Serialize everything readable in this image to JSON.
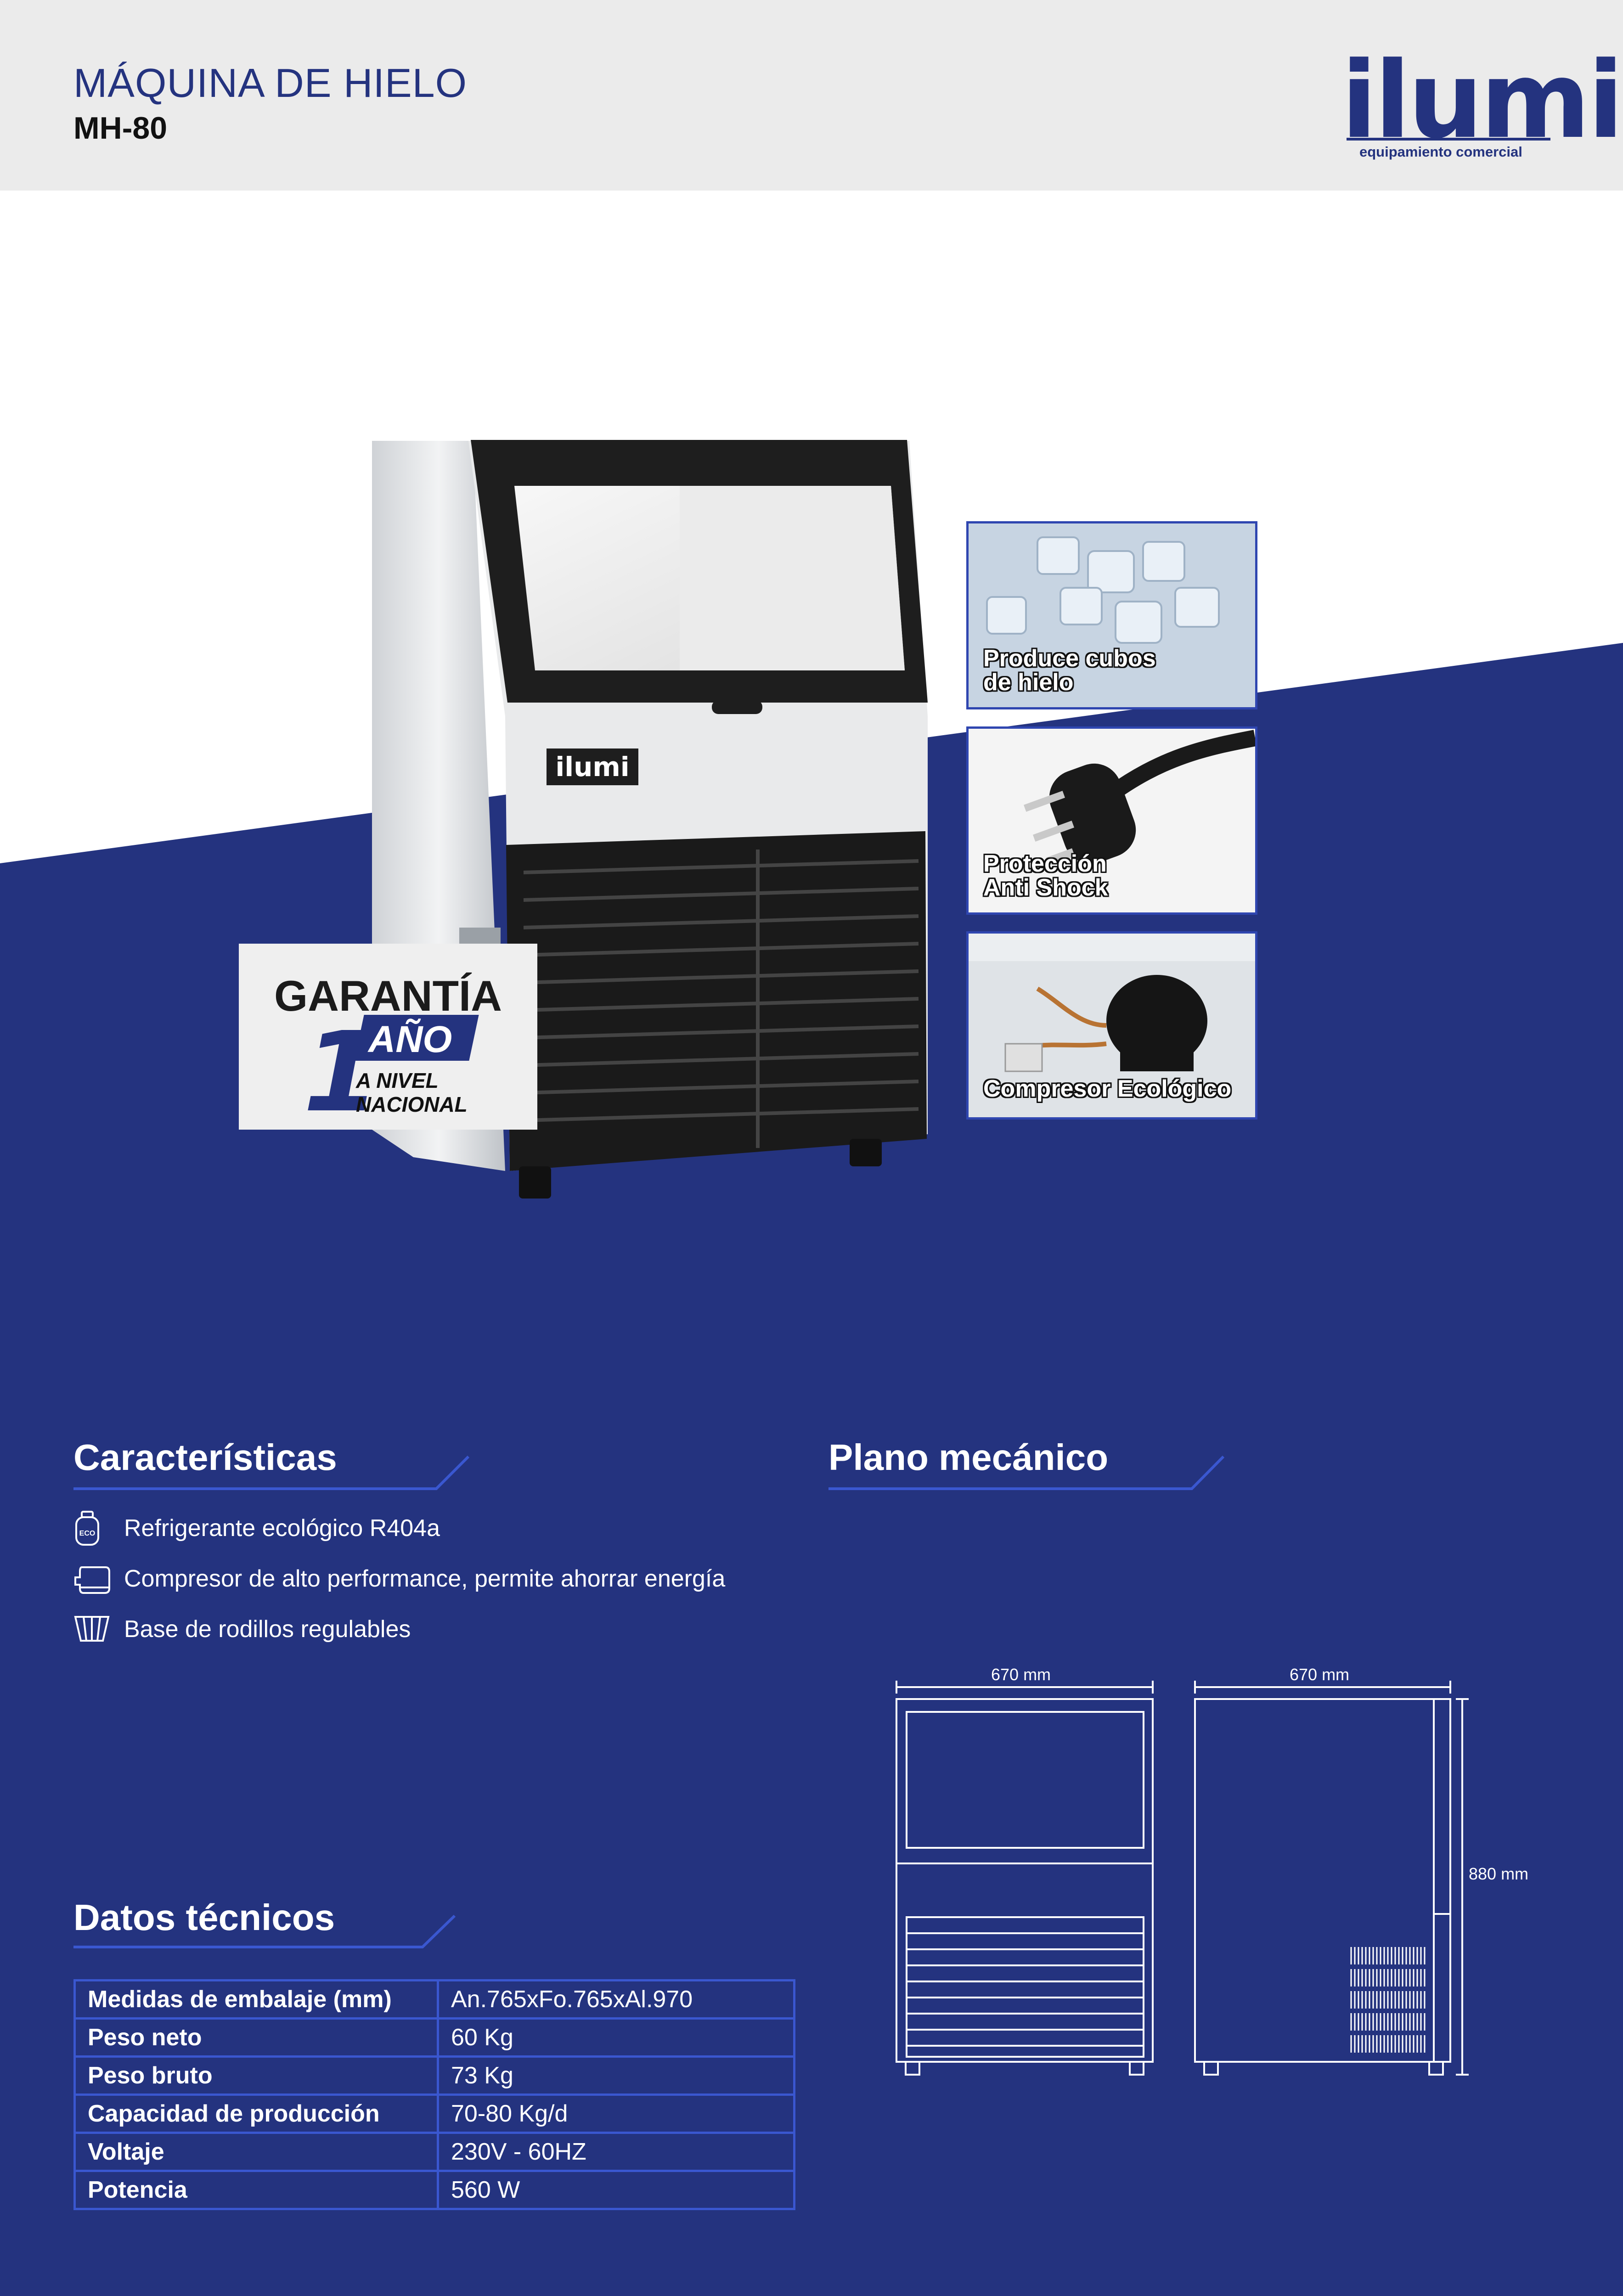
{
  "header": {
    "title": "MÁQUINA DE HIELO",
    "model": "MH-80",
    "brand": "ilumi",
    "brand_tagline": "equipamiento comercial"
  },
  "colors": {
    "brand_blue": "#24337f",
    "header_bg": "#ebebeb",
    "accent_line": "#3a57d0"
  },
  "machine": {
    "badge": "ilumi"
  },
  "warranty": {
    "title": "GARANTÍA",
    "number": "1",
    "unit": "AÑO",
    "line1": "A NIVEL",
    "line2": "NACIONAL"
  },
  "photos": [
    {
      "line1": "Produce cubos",
      "line2": "de hielo",
      "icon": "ice-cubes-photo"
    },
    {
      "line1": "Protección",
      "line2": "Anti Shock",
      "icon": "power-plug-photo"
    },
    {
      "line1": "Compresor Ecológico",
      "line2": "",
      "icon": "compressor-photo"
    }
  ],
  "features": {
    "title": "Características",
    "items": [
      {
        "text": "Refrigerante ecológico R404a",
        "icon": "eco-gas-icon",
        "icon_text": "ECO"
      },
      {
        "text": "Compresor de alto performance, permite ahorrar energía",
        "icon": "compressor-icon"
      },
      {
        "text": "Base de rodillos regulables",
        "icon": "roller-base-icon"
      }
    ]
  },
  "tech": {
    "title": "Datos técnicos",
    "rows": [
      {
        "label": "Medidas de embalaje (mm)",
        "value": "An.765xFo.765xAl.970"
      },
      {
        "label": "Peso neto",
        "value": "60 Kg"
      },
      {
        "label": "Peso bruto",
        "value": "73 Kg"
      },
      {
        "label": "Capacidad de producción",
        "value": "70-80 Kg/d"
      },
      {
        "label": "Voltaje",
        "value": "230V - 60HZ"
      },
      {
        "label": "Potencia",
        "value": "560 W"
      }
    ]
  },
  "plan": {
    "title": "Plano mecánico",
    "front_width": "670 mm",
    "side_width": "670 mm",
    "height": "880 mm"
  }
}
